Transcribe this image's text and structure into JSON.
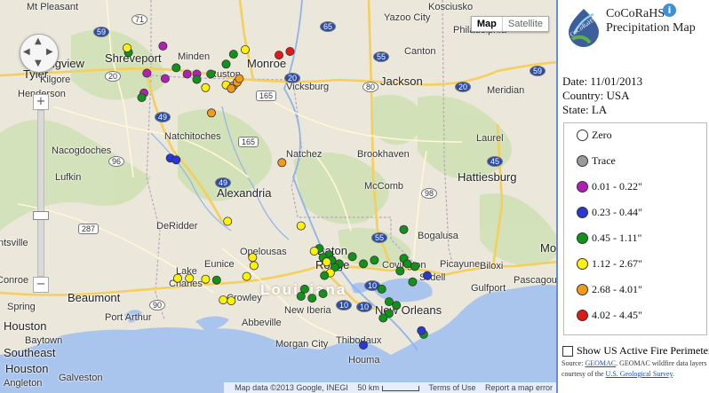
{
  "map": {
    "type_buttons": [
      "Map",
      "Satellite"
    ],
    "attribution": [
      "Map data ©2013 Google, INEGI",
      "50 km",
      "Terms of Use",
      "Report a map error"
    ],
    "cities": [
      {
        "name": "Mt Pleasant",
        "class": ""
      },
      {
        "name": "Kosciusko",
        "class": ""
      },
      {
        "name": "Yazoo City",
        "class": ""
      },
      {
        "name": "Philadelphia",
        "class": ""
      },
      {
        "name": "Longview",
        "class": "big"
      },
      {
        "name": "Shreveport",
        "class": "big"
      },
      {
        "name": "Minden",
        "class": ""
      },
      {
        "name": "Monroe",
        "class": "big"
      },
      {
        "name": "Canton",
        "class": ""
      },
      {
        "name": "Tyler",
        "class": "big"
      },
      {
        "name": "Kilgore",
        "class": ""
      },
      {
        "name": "Ruston",
        "class": ""
      },
      {
        "name": "Vicksburg",
        "class": ""
      },
      {
        "name": "Jackson",
        "class": "big"
      },
      {
        "name": "Meridian",
        "class": ""
      },
      {
        "name": "Henderson",
        "class": ""
      },
      {
        "name": "Natchitoches",
        "class": ""
      },
      {
        "name": "Nacogdoches",
        "class": ""
      },
      {
        "name": "Natchez",
        "class": ""
      },
      {
        "name": "Brookhaven",
        "class": ""
      },
      {
        "name": "Laurel",
        "class": ""
      },
      {
        "name": "Lufkin",
        "class": ""
      },
      {
        "name": "Alexandria",
        "class": "big"
      },
      {
        "name": "McComb",
        "class": ""
      },
      {
        "name": "Hattiesburg",
        "class": "big"
      },
      {
        "name": "DeRidder",
        "class": ""
      },
      {
        "name": "Bogalusa",
        "class": ""
      },
      {
        "name": "ntsville",
        "class": ""
      },
      {
        "name": "Opelousas",
        "class": ""
      },
      {
        "name": "Baton",
        "class": "big"
      },
      {
        "name": "Rouge",
        "class": "big"
      },
      {
        "name": "Mob",
        "class": "big"
      },
      {
        "name": "Lake",
        "class": ""
      },
      {
        "name": "Eunice",
        "class": ""
      },
      {
        "name": "Picayune",
        "class": ""
      },
      {
        "name": "Biloxi",
        "class": ""
      },
      {
        "name": "Charles",
        "class": ""
      },
      {
        "name": "Covington",
        "class": ""
      },
      {
        "name": "Slidell",
        "class": ""
      },
      {
        "name": "Pascagou",
        "class": ""
      },
      {
        "name": "Conroe",
        "class": ""
      },
      {
        "name": "Louisiana",
        "class": "state"
      },
      {
        "name": "Gulfport",
        "class": ""
      },
      {
        "name": "Beaumont",
        "class": "big"
      },
      {
        "name": "Crowley",
        "class": ""
      },
      {
        "name": "Spring",
        "class": ""
      },
      {
        "name": "Port Arthur",
        "class": ""
      },
      {
        "name": "New Iberia",
        "class": ""
      },
      {
        "name": "New Orleans",
        "class": "big"
      },
      {
        "name": "Houston",
        "class": "big"
      },
      {
        "name": "Abbeville",
        "class": ""
      },
      {
        "name": "Baytown",
        "class": ""
      },
      {
        "name": "Morgan City",
        "class": ""
      },
      {
        "name": "Thibodaux",
        "class": ""
      },
      {
        "name": "Southeast",
        "class": "big"
      },
      {
        "name": "Houston",
        "class": "big"
      },
      {
        "name": "Houma",
        "class": ""
      },
      {
        "name": "Galveston",
        "class": ""
      },
      {
        "name": "Angleton",
        "class": ""
      }
    ],
    "highway_shields": [
      "71",
      "59",
      "20",
      "65",
      "55",
      "20",
      "80",
      "20",
      "59",
      "165",
      "49",
      "165",
      "96",
      "49",
      "45",
      "98",
      "287",
      "55",
      "10",
      "90",
      "10",
      "10"
    ],
    "stations": [
      {
        "cat": "0.45 - 1.11\"",
        "lat": 32.72,
        "lon": -93.95
      },
      {
        "cat": "1.12 - 2.67\"",
        "lat": 32.77,
        "lon": -93.97
      },
      {
        "cat": "0.01 - 0.22\"",
        "lat": 32.79,
        "lon": -93.48
      },
      {
        "cat": "0.01 - 0.22\"",
        "lat": 32.49,
        "lon": -93.7
      },
      {
        "cat": "0.45 - 1.11\"",
        "lat": 32.55,
        "lon": -93.3
      },
      {
        "cat": "0.45 - 1.11\"",
        "lat": 32.7,
        "lon": -92.52
      },
      {
        "cat": "1.12 - 2.67\"",
        "lat": 32.75,
        "lon": -92.36
      },
      {
        "cat": "4.02 - 4.45\"",
        "lat": 32.69,
        "lon": -91.9
      },
      {
        "cat": "4.02 - 4.45\"",
        "lat": 32.73,
        "lon": -91.75
      },
      {
        "cat": "0.45 - 1.11\"",
        "lat": 32.59,
        "lon": -92.62
      },
      {
        "cat": "0.45 - 1.11\"",
        "lat": 32.48,
        "lon": -92.83
      },
      {
        "cat": "0.01 - 0.22\"",
        "lat": 32.48,
        "lon": -93.02
      },
      {
        "cat": "0.01 - 0.22\"",
        "lat": 32.43,
        "lon": -93.45
      },
      {
        "cat": "0.01 - 0.22\"",
        "lat": 32.48,
        "lon": -93.15
      },
      {
        "cat": "0.45 - 1.11\"",
        "lat": 32.42,
        "lon": -93.02
      },
      {
        "cat": "0.01 - 0.22\"",
        "lat": 32.27,
        "lon": -93.74
      },
      {
        "cat": "0.45 - 1.11\"",
        "lat": 32.22,
        "lon": -93.77
      },
      {
        "cat": "1.12 - 2.67\"",
        "lat": 32.33,
        "lon": -92.9
      },
      {
        "cat": "1.12 - 2.67\"",
        "lat": 32.36,
        "lon": -92.62
      },
      {
        "cat": "2.68 - 4.01\"",
        "lat": 32.35,
        "lon": -92.52
      },
      {
        "cat": "2.68 - 4.01\"",
        "lat": 32.39,
        "lon": -92.47
      },
      {
        "cat": "2.68 - 4.01\"",
        "lat": 32.43,
        "lon": -92.44
      },
      {
        "cat": "2.68 - 4.01\"",
        "lat": 32.32,
        "lon": -92.55
      },
      {
        "cat": "2.68 - 4.01\"",
        "lat": 32.05,
        "lon": -92.82
      },
      {
        "cat": "0.23 - 0.44\"",
        "lat": 31.55,
        "lon": -93.38
      },
      {
        "cat": "0.23 - 0.44\"",
        "lat": 31.53,
        "lon": -93.3
      },
      {
        "cat": "2.68 - 4.01\"",
        "lat": 31.5,
        "lon": -91.86
      },
      {
        "cat": "1.12 - 2.67\"",
        "lat": 30.85,
        "lon": -92.6
      },
      {
        "cat": "1.12 - 2.67\"",
        "lat": 30.8,
        "lon": -91.6
      },
      {
        "cat": "0.45 - 1.11\"",
        "lat": 30.76,
        "lon": -90.2
      },
      {
        "cat": "0.45 - 1.11\"",
        "lat": 30.55,
        "lon": -91.35
      },
      {
        "cat": "1.12 - 2.67\"",
        "lat": 30.52,
        "lon": -91.42
      },
      {
        "cat": "0.45 - 1.11\"",
        "lat": 30.48,
        "lon": -91.22
      },
      {
        "cat": "0.45 - 1.11\"",
        "lat": 30.45,
        "lon": -91.3
      },
      {
        "cat": "0.45 - 1.11\"",
        "lat": 30.42,
        "lon": -91.18
      },
      {
        "cat": "1.12 - 2.67\"",
        "lat": 30.4,
        "lon": -91.25
      },
      {
        "cat": "0.45 - 1.11\"",
        "lat": 30.38,
        "lon": -91.08
      },
      {
        "cat": "0.45 - 1.11\"",
        "lat": 30.34,
        "lon": -91.14
      },
      {
        "cat": "1.12 - 2.67\"",
        "lat": 30.28,
        "lon": -91.2
      },
      {
        "cat": "0.45 - 1.11\"",
        "lat": 30.25,
        "lon": -91.28
      },
      {
        "cat": "0.45 - 1.11\"",
        "lat": 30.46,
        "lon": -90.9
      },
      {
        "cat": "0.45 - 1.11\"",
        "lat": 30.42,
        "lon": -90.6
      },
      {
        "cat": "0.45 - 1.11\"",
        "lat": 30.38,
        "lon": -90.75
      },
      {
        "cat": "0.45 - 1.11\"",
        "lat": 30.44,
        "lon": -90.2
      },
      {
        "cat": "0.45 - 1.11\"",
        "lat": 30.38,
        "lon": -90.15
      },
      {
        "cat": "0.45 - 1.11\"",
        "lat": 30.35,
        "lon": -90.05
      },
      {
        "cat": "0.45 - 1.11\"",
        "lat": 30.3,
        "lon": -90.25
      },
      {
        "cat": "0.23 - 0.44\"",
        "lat": 30.25,
        "lon": -89.88
      },
      {
        "cat": "0.45 - 1.11\"",
        "lat": 30.18,
        "lon": -90.08
      },
      {
        "cat": "1.12 - 2.67\"",
        "lat": 30.45,
        "lon": -92.26
      },
      {
        "cat": "1.12 - 2.67\"",
        "lat": 30.36,
        "lon": -92.24
      },
      {
        "cat": "1.12 - 2.67\"",
        "lat": 30.24,
        "lon": -92.34
      },
      {
        "cat": "1.12 - 2.67\"",
        "lat": 30.22,
        "lon": -93.12
      },
      {
        "cat": "1.12 - 2.67\"",
        "lat": 30.22,
        "lon": -93.28
      },
      {
        "cat": "1.12 - 2.67\"",
        "lat": 30.21,
        "lon": -92.9
      },
      {
        "cat": "0.45 - 1.11\"",
        "lat": 30.2,
        "lon": -92.75
      },
      {
        "cat": "1.12 - 2.67\"",
        "lat": 29.98,
        "lon": -92.66
      },
      {
        "cat": "1.12 - 2.67\"",
        "lat": 29.97,
        "lon": -92.55
      },
      {
        "cat": "0.45 - 1.11\"",
        "lat": 30.1,
        "lon": -91.55
      },
      {
        "cat": "0.45 - 1.11\"",
        "lat": 30.02,
        "lon": -91.6
      },
      {
        "cat": "0.45 - 1.11\"",
        "lat": 30.0,
        "lon": -91.45
      },
      {
        "cat": "0.45 - 1.11\"",
        "lat": 30.05,
        "lon": -91.3
      },
      {
        "cat": "0.45 - 1.11\"",
        "lat": 29.96,
        "lon": -90.4
      },
      {
        "cat": "0.45 - 1.11\"",
        "lat": 29.92,
        "lon": -90.3
      },
      {
        "cat": "0.45 - 1.11\"",
        "lat": 30.1,
        "lon": -90.5
      },
      {
        "cat": "0.45 - 1.11\"",
        "lat": 29.83,
        "lon": -90.4
      },
      {
        "cat": "0.45 - 1.11\"",
        "lat": 29.78,
        "lon": -90.48
      },
      {
        "cat": "0.45 - 1.11\"",
        "lat": 29.6,
        "lon": -89.93
      },
      {
        "cat": "0.23 - 0.44\"",
        "lat": 29.64,
        "lon": -89.96
      },
      {
        "cat": "0.23 - 0.44\"",
        "lat": 29.48,
        "lon": -90.75
      }
    ]
  },
  "panel": {
    "title_line1": "CoCoRaHS",
    "title_line2": "Precipitation Map",
    "logo_text": "CoCoRaHS",
    "info_icon": "i",
    "date": "Date: 11/01/2013",
    "country": "Country: USA",
    "state": "State: LA",
    "legend": [
      {
        "label": "Zero",
        "color": "#ffffff"
      },
      {
        "label": "Trace",
        "color": "#9a9a9a"
      },
      {
        "label": "0.01 - 0.22\"",
        "color": "#b21fb5"
      },
      {
        "label": "0.23 - 0.44\"",
        "color": "#2a36d6"
      },
      {
        "label": "0.45 - 1.11\"",
        "color": "#12921a"
      },
      {
        "label": "1.12 - 2.67\"",
        "color": "#fbf10b"
      },
      {
        "label": "2.68 - 4.01\"",
        "color": "#f29a1b"
      },
      {
        "label": "4.02 - 4.45\"",
        "color": "#e01919"
      }
    ],
    "fire_label": "Show US Active Fire Perimeters",
    "source_prefix": "Source:",
    "source_link1": "GEOMAC",
    "source_mid": ". GEOMAC wildfire data layers courtesy of the",
    "source_link2": "U.S. Geological Survey"
  }
}
